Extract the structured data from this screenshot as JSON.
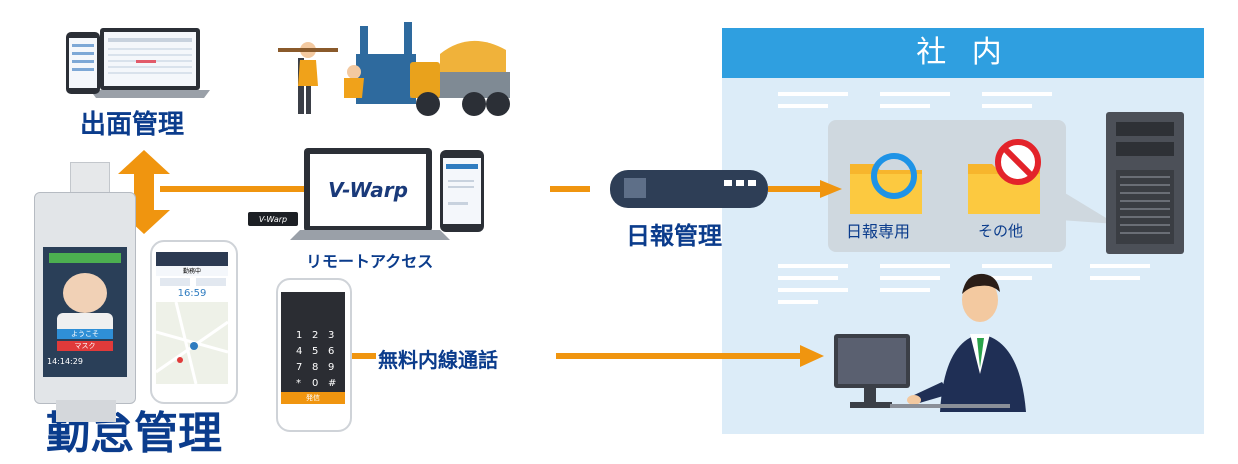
{
  "labels": {
    "attendance_mgmt": "出面管理",
    "remote_access": "リモートアクセス",
    "daily_report_mgmt": "日報管理",
    "free_extension_call": "無料内線通話",
    "timekeeping_mgmt": "勤怠管理",
    "office": "社 内"
  },
  "folders": {
    "dedicated": "日報専用",
    "other": "その他"
  },
  "laptop_brand": "V-Warp",
  "usb_brand": "V-Warp",
  "kiosk": {
    "greeting": "ようこそ",
    "mask": "マスク",
    "time": "14:14:29"
  },
  "map_phone": {
    "time": "16:59",
    "status": "勤務中"
  },
  "dialpad_phone": {
    "keys": [
      "1",
      "2",
      "3",
      "4",
      "5",
      "6",
      "7",
      "8",
      "9",
      "*",
      "0",
      "#"
    ],
    "call_label": "発信"
  },
  "colors": {
    "arrow": "#f0950f",
    "label_blue": "#0b3c8c",
    "office_header": "#2f9fe0",
    "office_bg": "#dcecf8"
  }
}
